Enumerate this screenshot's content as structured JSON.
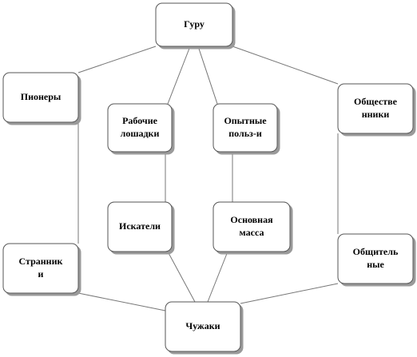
{
  "nodes": {
    "guru": {
      "lines": [
        "Гуру"
      ]
    },
    "pioneers": {
      "lines": [
        "Пионеры"
      ]
    },
    "workhorses": {
      "lines": [
        "Рабочие",
        "лошадки"
      ]
    },
    "experienced": {
      "lines": [
        "Опытные",
        "польз-и"
      ]
    },
    "socialites": {
      "lines": [
        "Обществе",
        "нники"
      ]
    },
    "seekers": {
      "lines": [
        "Искатели"
      ]
    },
    "mainstream": {
      "lines": [
        "Основная",
        "масса"
      ]
    },
    "wanderers": {
      "lines": [
        "Странник",
        "и"
      ]
    },
    "sociable": {
      "lines": [
        "Общитель",
        "ные"
      ]
    },
    "strangers": {
      "lines": [
        "Чужаки"
      ]
    }
  },
  "edges": [
    [
      "guru",
      "pioneers"
    ],
    [
      "guru",
      "socialites"
    ],
    [
      "guru",
      "workhorses"
    ],
    [
      "guru",
      "experienced"
    ],
    [
      "workhorses",
      "seekers"
    ],
    [
      "experienced",
      "mainstream"
    ],
    [
      "pioneers",
      "wanderers"
    ],
    [
      "socialites",
      "sociable"
    ],
    [
      "seekers",
      "strangers"
    ],
    [
      "mainstream",
      "strangers"
    ],
    [
      "wanderers",
      "strangers"
    ],
    [
      "sociable",
      "strangers"
    ]
  ]
}
